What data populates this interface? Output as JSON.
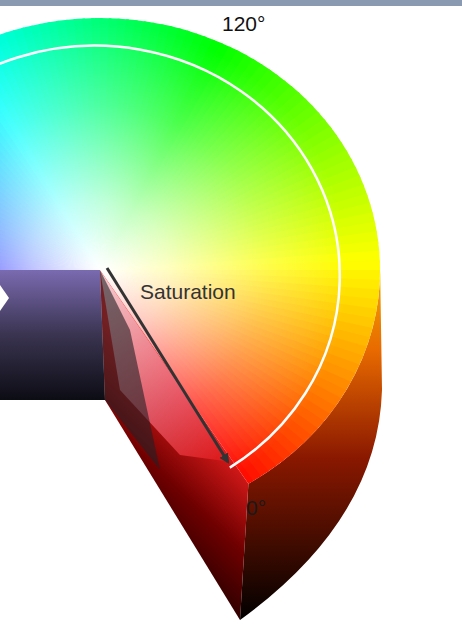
{
  "diagram": {
    "labels": [
      "120°",
      "Saturation",
      "0°"
    ]
  }
}
